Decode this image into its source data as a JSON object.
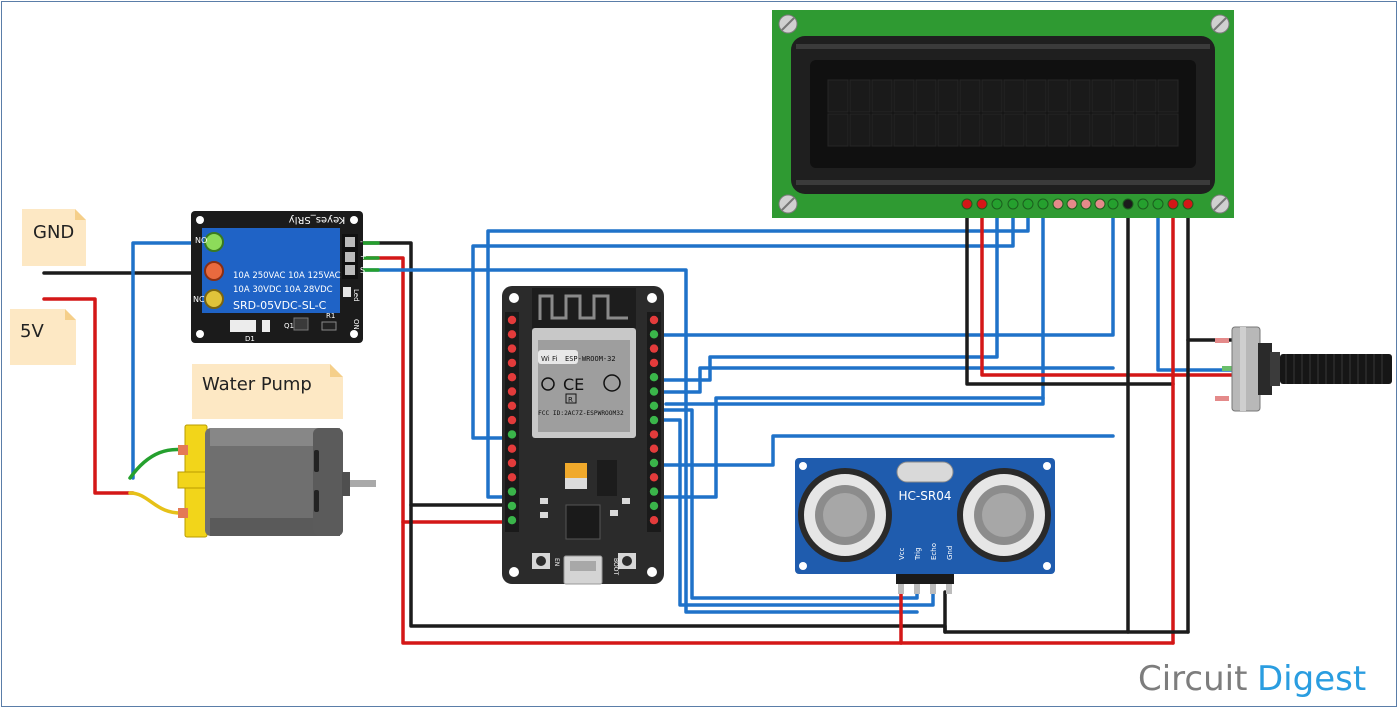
{
  "labels": {
    "gnd": "GND",
    "five_v": "5V",
    "water_pump": "Water Pump"
  },
  "relay": {
    "brand": "Keyes_SRly",
    "rating1": "10A 250VAC  10A 125VAC",
    "rating2": "10A  30VDC  10A  28VDC",
    "model": "SRD-05VDC-SL-C",
    "pin_no": "NO",
    "pin_nc": "NC",
    "led_label": "Led",
    "on_label": "ON",
    "d1": "D1",
    "q1": "Q1",
    "r1": "R1",
    "signal_pins": [
      "-",
      "+",
      "S"
    ]
  },
  "esp32": {
    "module": "ESP-WROOM-32",
    "fcc": "FCC ID:2AC7Z-ESPWROOM32",
    "ce_mark": "CE",
    "wifi": "Wi Fi",
    "r_mark": "R",
    "en_button": "EN",
    "boot_button": "BOOT"
  },
  "ultrasonic": {
    "model": "HC-SR04",
    "pins": [
      "Vcc",
      "Trig",
      "Echo",
      "Gnd"
    ]
  },
  "branding": {
    "circuit": "Circuit",
    "digest": "Digest"
  },
  "colors": {
    "wire_blue": "#1f72c9",
    "wire_red": "#d41717",
    "wire_black": "#1c1c1c",
    "wire_green": "#25a02e",
    "wire_yellow": "#e6c118",
    "lcd_pcb": "#2f9a32",
    "relay_blue": "#1f63c6",
    "hcsr04_blue": "#1f5cae",
    "label_bg": "#fde8c4",
    "brand_grey": "#7d7d7d",
    "brand_blue": "#2a9de0"
  }
}
